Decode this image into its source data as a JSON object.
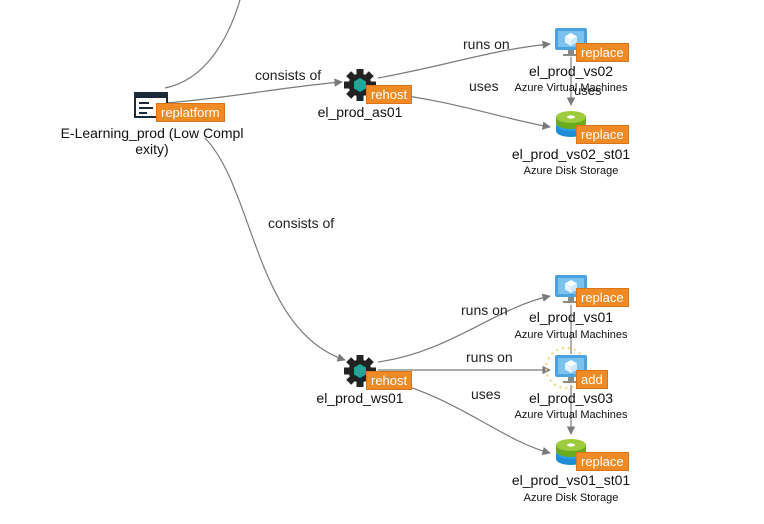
{
  "colors": {
    "badge": "#f08a24",
    "edge": "#7a7a7a",
    "gear": "#222222",
    "hex": "#1fa898",
    "vm": "#4aa3df",
    "disk_top": "#9ccc3d",
    "disk_base": "#1e8fd6"
  },
  "root": {
    "name_line1": "E-Learning_prod (Low Compl",
    "name_line2": "exity)",
    "badge": "replatform",
    "icon": "app-window-icon"
  },
  "servers": [
    {
      "id": "as01",
      "name": "el_prod_as01",
      "badge": "rehost",
      "icon": "gear-server-icon"
    },
    {
      "id": "ws01",
      "name": "el_prod_ws01",
      "badge": "rehost",
      "icon": "gear-server-icon"
    }
  ],
  "targets": [
    {
      "id": "vs02",
      "name": "el_prod_vs02",
      "type": "Azure Virtual Machines",
      "badge": "replace",
      "icon": "virtual-machine-icon"
    },
    {
      "id": "vs02_st01",
      "name": "el_prod_vs02_st01",
      "type": "Azure Disk Storage",
      "badge": "replace",
      "icon": "disk-storage-icon"
    },
    {
      "id": "vs01",
      "name": "el_prod_vs01",
      "type": "Azure Virtual Machines",
      "badge": "replace",
      "icon": "virtual-machine-icon"
    },
    {
      "id": "vs03",
      "name": "el_prod_vs03",
      "type": "Azure Virtual Machines",
      "badge": "add",
      "icon": "virtual-machine-icon"
    },
    {
      "id": "vs01_st01",
      "name": "el_prod_vs01_st01",
      "type": "Azure Disk Storage",
      "badge": "replace",
      "icon": "disk-storage-icon"
    }
  ],
  "edge_labels": {
    "root_as01": "consists of",
    "root_ws01": "consists of",
    "as01_vs02": "runs on",
    "as01_st": "uses",
    "vs02_st": "uses",
    "ws01_vs01": "runs on",
    "ws01_vs03": "runs on",
    "ws01_st": "uses"
  }
}
